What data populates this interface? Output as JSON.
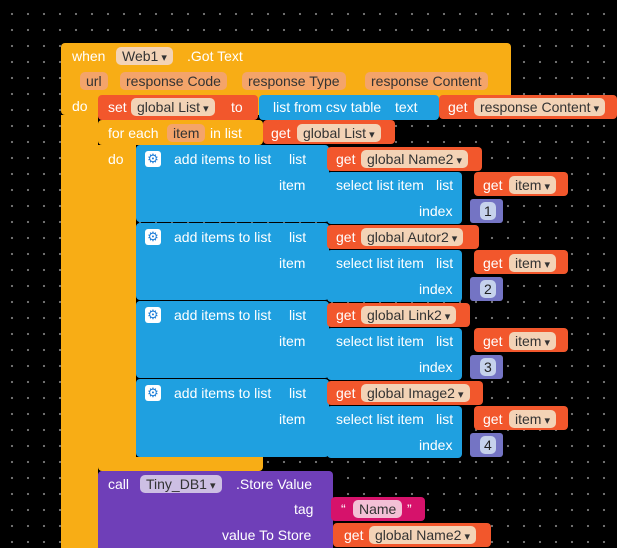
{
  "event": {
    "when": "when",
    "component": "Web1",
    "event_name": ".Got Text",
    "params": [
      "url",
      "response Code",
      "response Type",
      "response Content"
    ]
  },
  "labels": {
    "do": "do",
    "set": "set",
    "to": "to",
    "get": "get",
    "text": "text",
    "for_each": "for each",
    "in_list": "in list",
    "list": "list",
    "item": "item",
    "index": "index",
    "call": "call",
    "tag": "tag",
    "value_to_store": "value To Store"
  },
  "set_block": {
    "variable": "global List",
    "function": "list from csv table",
    "get_var": "response Content"
  },
  "foreach": {
    "var": "item",
    "list_var": "global List"
  },
  "add_blocks": [
    {
      "title": "add items to list",
      "list_var": "global Name2",
      "select": "select list item",
      "get_var": "item",
      "index": "1"
    },
    {
      "title": "add items to list",
      "list_var": "global Autor2",
      "select": "select list item",
      "get_var": "item",
      "index": "2"
    },
    {
      "title": "add items to list",
      "list_var": "global Link2",
      "select": "select list item",
      "get_var": "item",
      "index": "3"
    },
    {
      "title": "add items to list",
      "list_var": "global Image2",
      "select": "select list item",
      "get_var": "item",
      "index": "4"
    }
  ],
  "call_block": {
    "component": "Tiny_DB1",
    "method": ".Store Value",
    "tag_value": "Name",
    "store_var": "global Name2"
  },
  "icons": {
    "gear": "gear-icon",
    "dropdown": "chevron-down-icon"
  },
  "colors": {
    "event": "#f8ad15",
    "variable": "#f2572c",
    "list": "#1fa0e0",
    "call": "#6f3fb8",
    "text": "#d6126b",
    "number": "#5a5ab8"
  }
}
